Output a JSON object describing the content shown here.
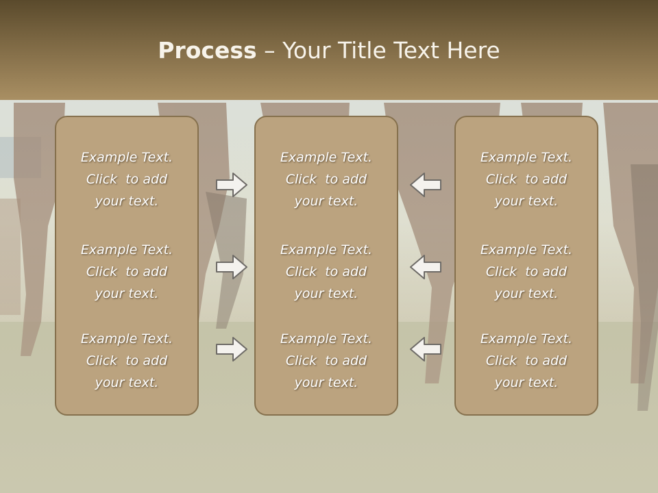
{
  "title": {
    "bold": "Process",
    "rest": " – Your Title Text Here"
  },
  "columns": [
    {
      "items": [
        [
          "Example Text.",
          "Click  to add",
          "your text."
        ],
        [
          "Example Text.",
          "Click  to add",
          "your text."
        ],
        [
          "Example Text.",
          "Click  to add",
          "your text."
        ]
      ]
    },
    {
      "items": [
        [
          "Example Text.",
          "Click  to add",
          "your text."
        ],
        [
          "Example Text.",
          "Click  to add",
          "your text."
        ],
        [
          "Example Text.",
          "Click  to add",
          "your text."
        ]
      ]
    },
    {
      "items": [
        [
          "Example Text.",
          "Click  to add",
          "your text."
        ],
        [
          "Example Text.",
          "Click  to add",
          "your text."
        ],
        [
          "Example Text.",
          "Click  to add",
          "your text."
        ]
      ]
    }
  ],
  "arrows": {
    "left_group": "right-arrow-icon",
    "right_group": "left-arrow-icon"
  },
  "colors": {
    "header": "#7f6a45",
    "box_fill": "#bba37f",
    "box_border": "#85704d",
    "text": "#ffffff"
  }
}
